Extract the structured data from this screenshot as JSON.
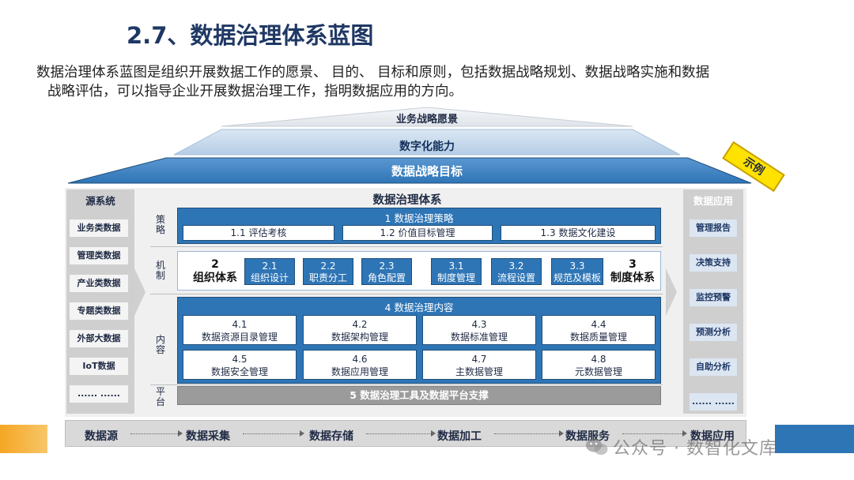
{
  "title": "2.7、数据治理体系蓝图",
  "intro": {
    "line1": "数据治理体系蓝图是组织开展数据工作的愿景、 目的、 目标和原则，包括数据战略规划、数据战略实施和数据",
    "line2": "战略评估，可以指导企业开展数据治理工作，指明数据应用的方向。"
  },
  "roof": {
    "vision": "业务战略愿景",
    "capability": "数字化能力",
    "goal": "数据战略目标"
  },
  "badge": "示例",
  "sources": {
    "title": "源系统",
    "items": [
      "业务类数据",
      "管理类数据",
      "产业类数据",
      "专题类数据",
      "外部大数据",
      "IoT数据",
      "...... ......"
    ]
  },
  "applications": {
    "title": "数据应用",
    "items": [
      "管理报告",
      "决策支持",
      "监控预警",
      "预测分析",
      "自助分析",
      "...... ......"
    ]
  },
  "governance": {
    "title": "数据治理体系",
    "labels": {
      "strategy": "策略",
      "mechanism": "机制",
      "content": "内容",
      "platform": "平台"
    },
    "strategy": {
      "title": "1 数据治理策略",
      "items": [
        "1.1 评估考核",
        "1.2 价值目标管理",
        "1.3 数据文化建设"
      ]
    },
    "mechanism": {
      "org_num": "2",
      "org_name": "组织体系",
      "sys_num": "3",
      "sys_name": "制度体系",
      "items": [
        {
          "num": "2.1",
          "name": "组织设计"
        },
        {
          "num": "2.2",
          "name": "职责分工"
        },
        {
          "num": "2.3",
          "name": "角色配置"
        },
        {
          "num": "3.1",
          "name": "制度管理"
        },
        {
          "num": "3.2",
          "name": "流程设置"
        },
        {
          "num": "3.3",
          "name": "规范及模板"
        }
      ]
    },
    "content": {
      "title": "4 数据治理内容",
      "items": [
        {
          "num": "4.1",
          "name": "数据资源目录管理"
        },
        {
          "num": "4.2",
          "name": "数据架构管理"
        },
        {
          "num": "4.3",
          "name": "数据标准管理"
        },
        {
          "num": "4.4",
          "name": "数据质量管理"
        },
        {
          "num": "4.5",
          "name": "数据安全管理"
        },
        {
          "num": "4.6",
          "name": "数据应用管理"
        },
        {
          "num": "4.7",
          "name": "主数据管理"
        },
        {
          "num": "4.8",
          "name": "元数据管理"
        }
      ]
    },
    "platform": "5 数据治理工具及数据平台支撑"
  },
  "flow": [
    "数据源",
    "数据采集",
    "数据存储",
    "数据加工",
    "数据服务",
    "数据应用"
  ],
  "watermark": "公众号 · 数智化文库",
  "colors": {
    "primary_blue": "#2e75b6",
    "dark_blue": "#1f3864",
    "badge_yellow": "#ffe200",
    "accent_orange": "#f5a623"
  }
}
